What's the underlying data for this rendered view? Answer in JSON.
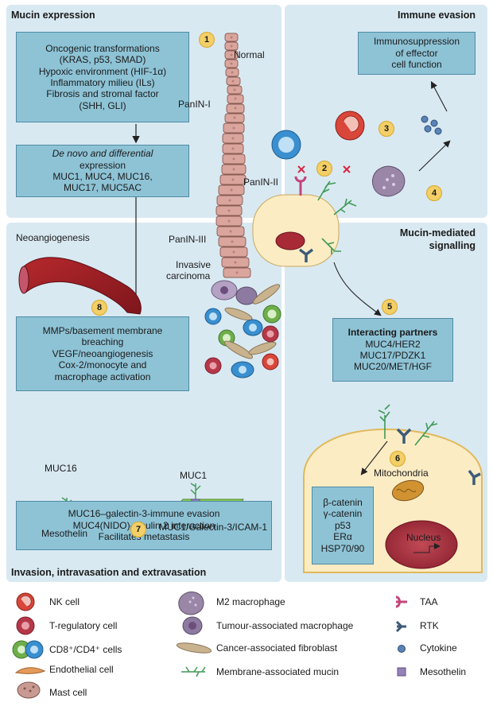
{
  "panels": {
    "mucin_expression": "Mucin expression",
    "immune_evasion": "Immune evasion",
    "mucin_signalling_1": "Mucin-mediated",
    "mucin_signalling_2": "signalling",
    "invasion": "Invasion, intravasation and extravasation"
  },
  "boxes": {
    "oncogenic": [
      "Oncogenic transformations",
      "(KRAS, p53, SMAD)",
      "Hypoxic environment (HIF-1α)",
      "Inflammatory milieu (ILs)",
      "Fibrosis and stromal factor",
      "(SHH, GLI)"
    ],
    "denovo": [
      "De novo and differential",
      "expression",
      "MUC1, MUC4, MUC16,",
      "MUC17, MUC5AC"
    ],
    "immuno": [
      "Immunosuppression",
      "of effector",
      "cell function"
    ],
    "mmp": [
      "MMPs/basement membrane",
      "breaching",
      "VEGF/neoangiogenesis",
      "Cox-2/monocyte and",
      "macrophage activation"
    ],
    "partners": [
      "Interacting partners",
      "MUC4/HER2",
      "MUC17/PDZK1",
      "MUC20/MET/HGF"
    ],
    "galectin": [
      "MUC16–galectin-3-immune evasion",
      "MUC4(NIDO)–fibulin 2 interaction",
      "Facilitates metastasis"
    ],
    "catenin": [
      "β-catenin",
      "γ-catenin",
      "p53",
      "ERα",
      "HSP70/90"
    ]
  },
  "stages": {
    "normal": "Normal",
    "panin1": "PanIN-I",
    "panin2": "PanIN-II",
    "panin3": "PanIN-III",
    "invasive1": "Invasive",
    "invasive2": "carcinoma"
  },
  "labels": {
    "neoangiogenesis": "Neoangiogenesis",
    "muc16": "MUC16",
    "mesothelin": "Mesothelin",
    "muc1": "MUC1",
    "muc1_complex": "MUC1/Galectin-3/ICAM-1",
    "mitochondria": "Mitochondria",
    "nucleus": "Nucleus"
  },
  "badges": [
    "1",
    "2",
    "3",
    "4",
    "5",
    "6",
    "7",
    "8"
  ],
  "legend": {
    "nk": "NK cell",
    "treg": "T-regulatory cell",
    "cd": "CD8⁺/CD4⁺ cells",
    "endo": "Endothelial cell",
    "mast": "Mast cell",
    "m2": "M2 macrophage",
    "tam": "Tumour-associated macrophage",
    "caf": "Cancer-associated fibroblast",
    "mam": "Membrane-associated mucin",
    "taa": "TAA",
    "rtk": "RTK",
    "cytokine": "Cytokine",
    "mesothelin": "Mesothelin"
  },
  "colors": {
    "panel": "#d9e9f2",
    "box": "#8ec3d6",
    "box_border": "#4e8ba3",
    "badge": "#f3cf67",
    "nk": "#d9463a",
    "treg": "#b53848",
    "cd8": "#6fae4b",
    "cd4": "#3a8fd0",
    "mast": "#c99a92",
    "macrophage": "#8e7a9a",
    "mucin": "#3f9a56",
    "rtk": "#3d5a78",
    "taa": "#c2457a",
    "cytokine": "#5a84b5",
    "mesothelin": "#9583b8"
  }
}
